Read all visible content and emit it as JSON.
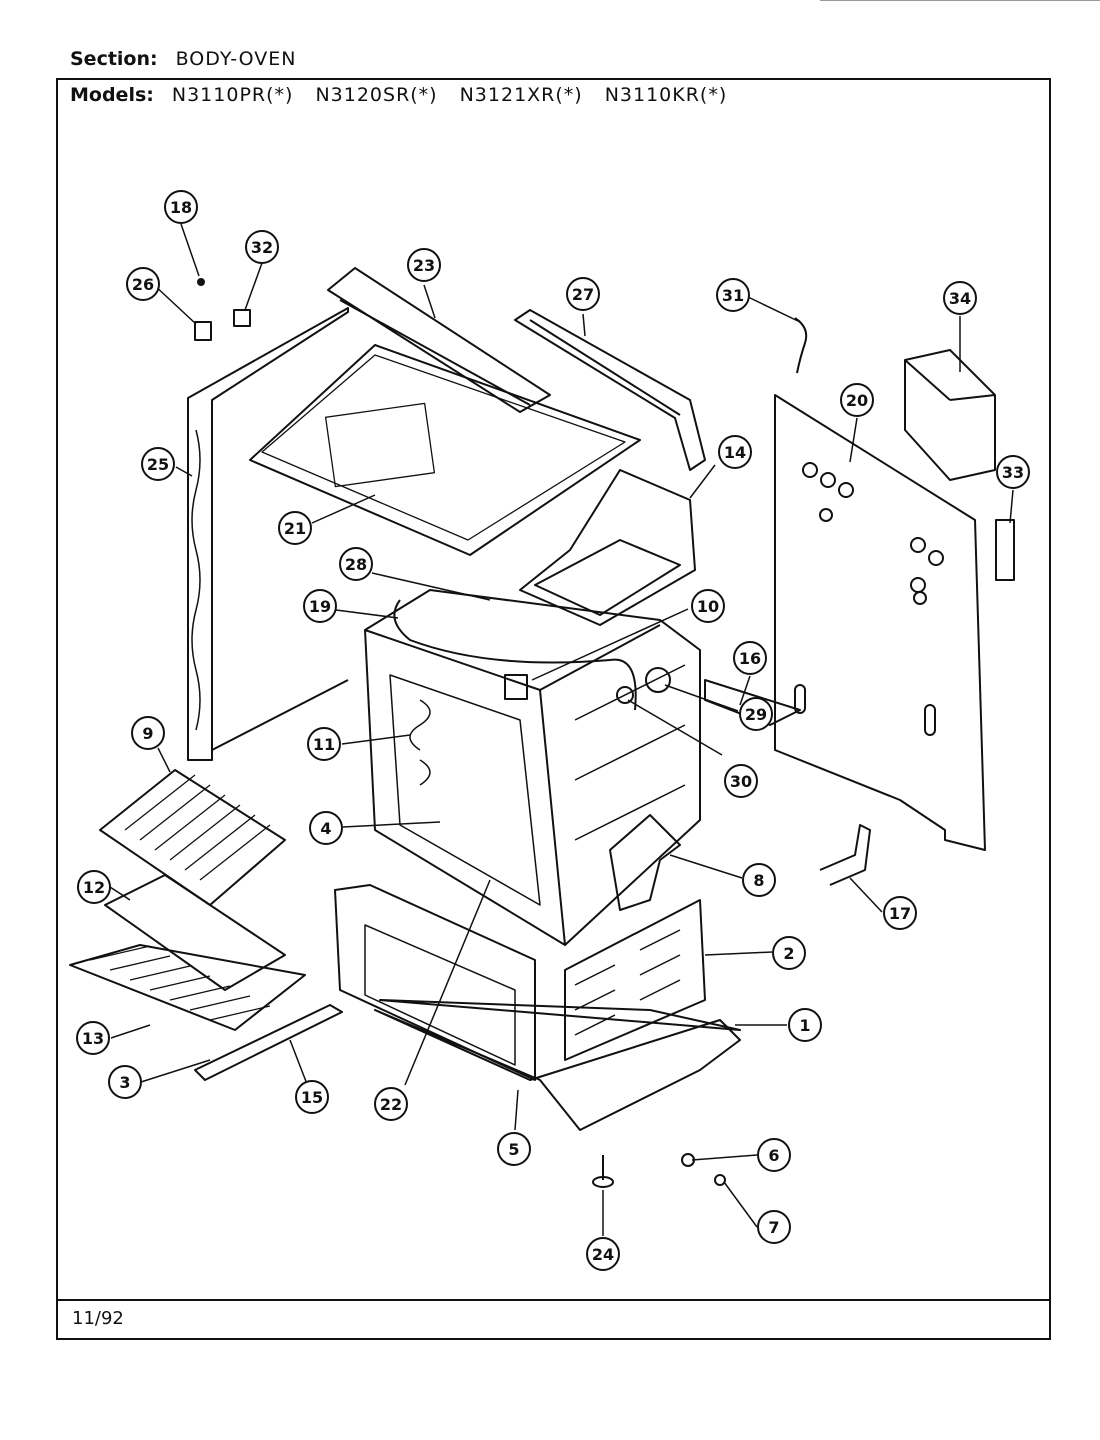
{
  "header": {
    "section_label": "Section:",
    "section_value": "BODY-OVEN",
    "models_label": "Models:",
    "models": [
      "N3110PR(*)",
      "N3120SR(*)",
      "N3121XR(*)",
      "N3110KR(*)"
    ]
  },
  "footer": {
    "date": "11/92"
  },
  "callouts": [
    "18",
    "32",
    "26",
    "23",
    "27",
    "31",
    "34",
    "25",
    "20",
    "14",
    "33",
    "21",
    "28",
    "19",
    "10",
    "16",
    "11",
    "9",
    "29",
    "30",
    "4",
    "8",
    "12",
    "17",
    "2",
    "13",
    "1",
    "3",
    "15",
    "22",
    "5",
    "6",
    "7",
    "24"
  ]
}
